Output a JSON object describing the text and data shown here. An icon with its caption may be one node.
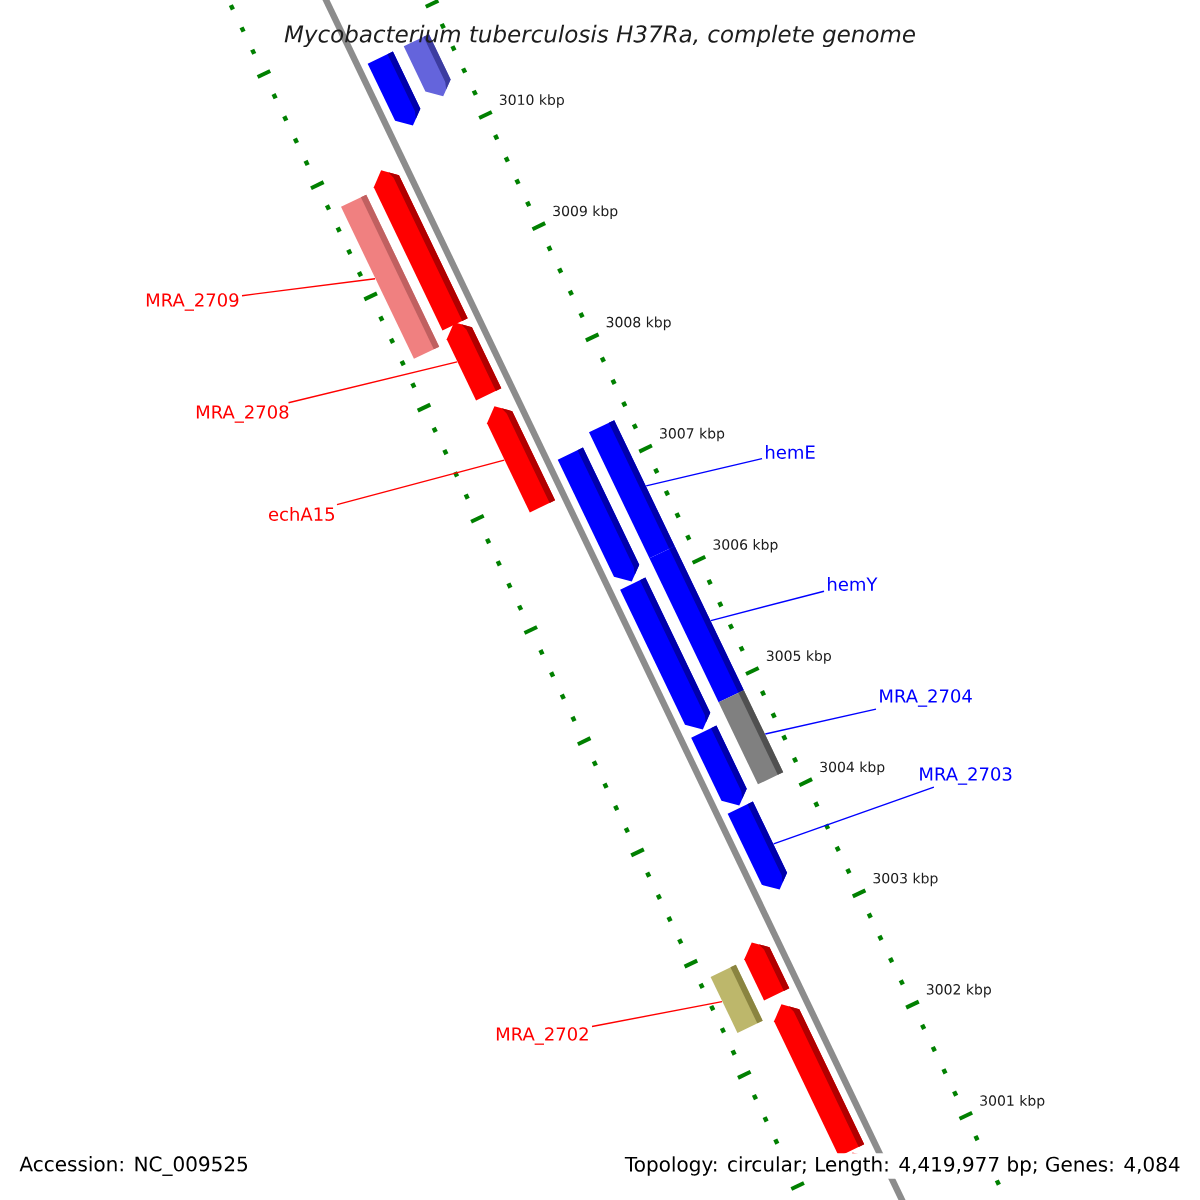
{
  "diagram": {
    "title": "Mycobacterium tuberculosis H37Ra, complete genome",
    "nodes": [
      {
        "text": [],
        "shape": "pentagon"
      },
      {
        "text": [],
        "shape": "pentagon"
      },
      {
        "text": [],
        "shape": "box"
      },
      {
        "text": [],
        "shape": "pentagon"
      },
      {
        "text": [],
        "shape": "pentagon"
      },
      {
        "text": [],
        "shape": "pentagon"
      },
      {
        "text": [],
        "shape": "box"
      },
      {
        "text": [],
        "shape": "pentagon"
      },
      {
        "text": [],
        "shape": "box"
      },
      {
        "text": [],
        "shape": "pentagon"
      },
      {
        "text": [],
        "shape": "box"
      },
      {
        "text": [],
        "shape": "pentagon"
      },
      {
        "text": [],
        "shape": "pentagon"
      },
      {
        "text": [],
        "shape": "pentagon"
      },
      {
        "text": [],
        "shape": "box"
      },
      {
        "text": [],
        "shape": "pentagon"
      },
      {
        "text": [],
        "shape": "pentagon"
      },
      {
        "text": [
          "MRA_2709"
        ]
      },
      {
        "text": [
          "MRA_2708"
        ]
      },
      {
        "text": [
          "echA15"
        ]
      },
      {
        "text": [
          "hemE"
        ]
      },
      {
        "text": [
          "hemY"
        ]
      },
      {
        "text": [
          "MRA_2704"
        ]
      },
      {
        "text": [
          "MRA_2703"
        ]
      },
      {
        "text": [
          "MRA_2702"
        ]
      }
    ],
    "edges": [
      {
        "from": 17,
        "to": 2,
        "arrow": "none",
        "color": "#ff0000"
      },
      {
        "from": 18,
        "to": 4,
        "arrow": "none",
        "color": "#ff0000"
      },
      {
        "from": 19,
        "to": 5,
        "arrow": "none",
        "color": "#ff0000"
      },
      {
        "from": 20,
        "to": 6,
        "arrow": "none",
        "color": "#0000ff"
      },
      {
        "from": 21,
        "to": 8,
        "arrow": "none",
        "color": "#0000ff"
      },
      {
        "from": 22,
        "to": 10,
        "arrow": "none",
        "color": "#0000ff"
      },
      {
        "from": 23,
        "to": 12,
        "arrow": "none",
        "color": "#0000ff"
      },
      {
        "from": 24,
        "to": 14,
        "arrow": "none",
        "color": "#ff0000"
      }
    ],
    "labels": [
      "3010 kbp",
      "3009 kbp",
      "3008 kbp",
      "3007 kbp",
      "3006 kbp",
      "3005 kbp",
      "3004 kbp",
      "3003 kbp",
      "3002 kbp",
      "3001 kbp",
      "Accession: NC_009525",
      "Topology: circular; Length: 4,419,977 bp; Genes: 4,084"
    ]
  }
}
